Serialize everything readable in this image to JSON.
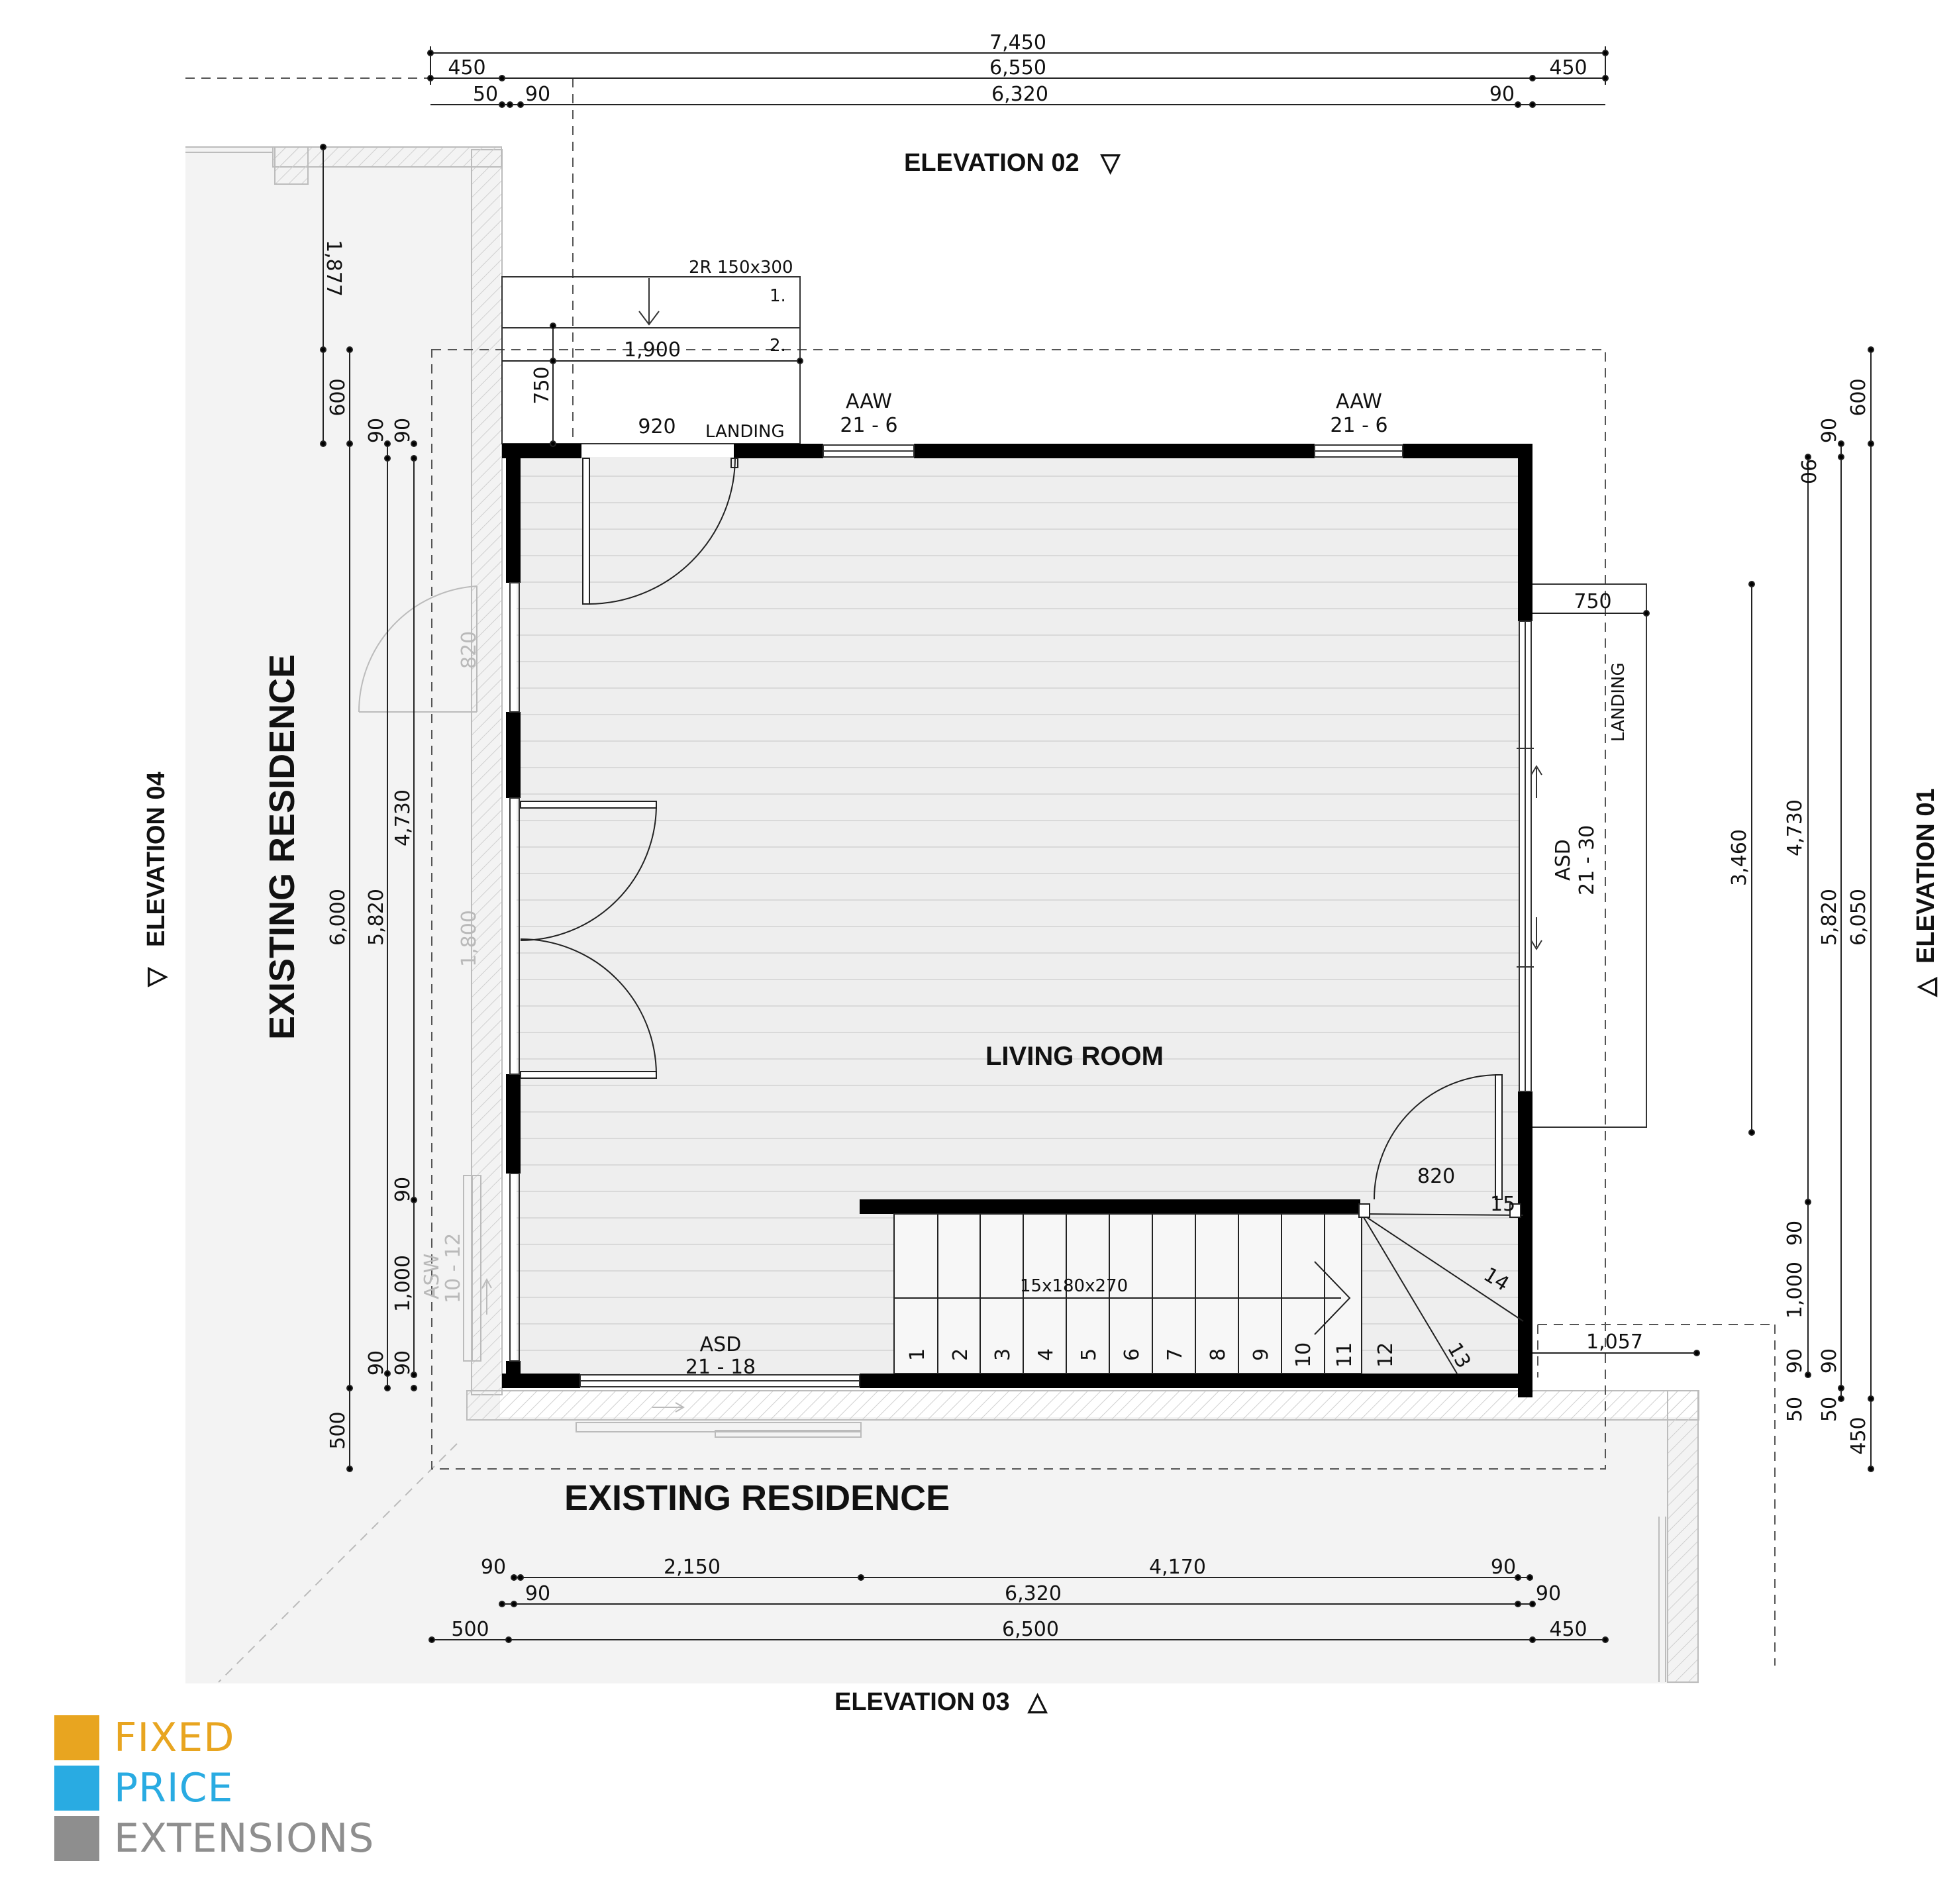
{
  "plan": {
    "rooms": {
      "living_room": "LIVING ROOM"
    },
    "existing_left": "EXISTING RESIDENCE",
    "existing_bottom": "EXISTING RESIDENCE",
    "elevations": {
      "e01": "ELEVATION 01",
      "e02": "ELEVATION 02",
      "e03": "ELEVATION 03",
      "e04": "ELEVATION 04",
      "marker_down": "▽",
      "marker_up": "△"
    },
    "windows": {
      "aaw_left": [
        "AAW",
        "21 - 6"
      ],
      "aaw_right": [
        "AAW",
        "21 - 6"
      ],
      "asd_right": [
        "ASD",
        "21 - 30"
      ],
      "asd_bottom": [
        "ASD",
        "21 - 18"
      ],
      "asw_left": [
        "ASW",
        "10 - 12"
      ]
    },
    "landing_top": "LANDING",
    "landing_right": "LANDING",
    "steps_label": "2R 150x300",
    "step_numbers": [
      "1.",
      "2."
    ],
    "stair_spec": "15x180x270",
    "stair_numbers": [
      "1",
      "2",
      "3",
      "4",
      "5",
      "6",
      "7",
      "8",
      "9",
      "10",
      "11",
      "12",
      "13",
      "14",
      "15"
    ],
    "door_labels": {
      "left_door": "820",
      "stair_door": "820",
      "left_opening": "1,800"
    }
  },
  "dimensions": {
    "top": {
      "row1": [
        "7,450"
      ],
      "row2": [
        "450",
        "6,550",
        "450"
      ],
      "row3": [
        "50",
        "90",
        "6,320",
        "90"
      ]
    },
    "bottom": {
      "row1": [
        "90",
        "2,150",
        "4,170",
        "90"
      ],
      "row2": [
        "90",
        "6,320",
        "90"
      ],
      "row3": [
        "500",
        "6,500",
        "450"
      ]
    },
    "left": {
      "d1877": "1,877",
      "d600": "600",
      "d90a": "90",
      "d90b": "90",
      "d6000": "6,000",
      "d5820": "5,820",
      "d4730": "4,730",
      "d90c": "90",
      "d1000": "1,000",
      "d90d": "90",
      "d90e": "90",
      "d500": "500"
    },
    "right": {
      "d600": "600",
      "d90a": "90",
      "d90b": "90",
      "d3460": "3,460",
      "d4730": "4,730",
      "d5820": "5,820",
      "d6050": "6,050",
      "d90c": "90",
      "d1000": "1,000",
      "d90d": "90",
      "d90e": "90",
      "d50a": "50",
      "d50b": "50",
      "d450": "450"
    },
    "misc": {
      "d1900": "1,900",
      "d750_top": "750",
      "d920": "920",
      "d750_right": "750",
      "d1057": "1,057"
    }
  },
  "logo": {
    "line1": "FIXED",
    "line2": "PRICE",
    "line3": "EXTENSIONS",
    "colors": {
      "fixed": "#E8A520",
      "price": "#29ABE2",
      "extensions": "#8E8E8E"
    }
  }
}
